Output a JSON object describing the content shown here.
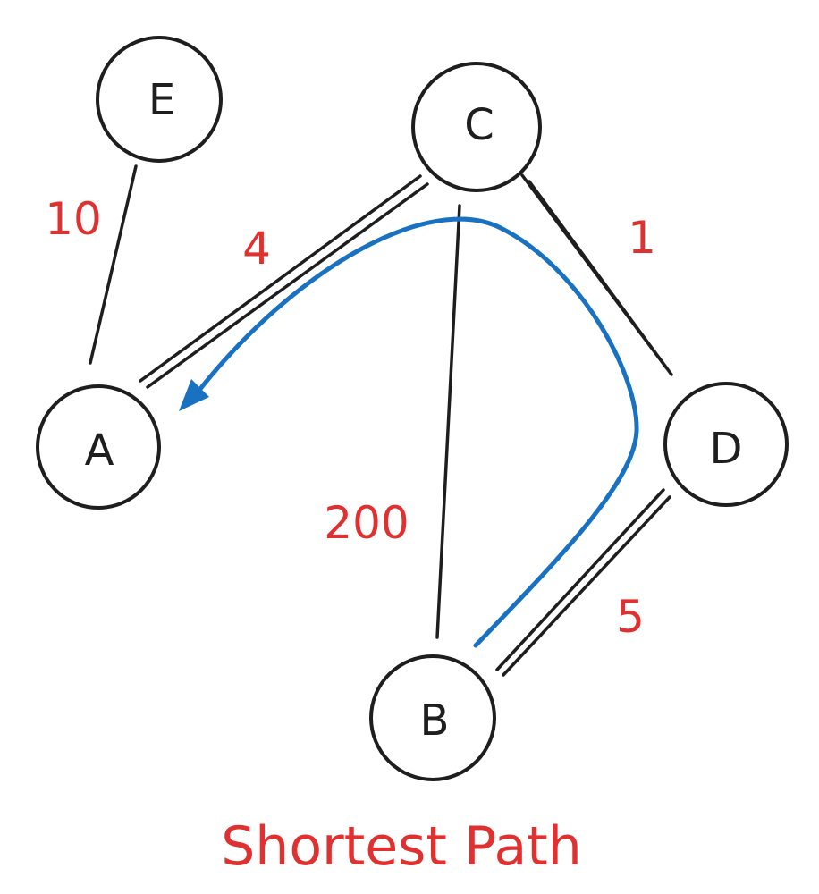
{
  "diagram": {
    "caption": "Shortest Path",
    "nodes": {
      "E": "E",
      "C": "C",
      "A": "A",
      "D": "D",
      "B": "B"
    },
    "edges": {
      "EA": "10",
      "CA": "4",
      "CD": "1",
      "CB": "200",
      "DB": "5"
    },
    "highlighted_path": [
      "B",
      "D",
      "C",
      "A"
    ],
    "colors": {
      "node_stroke": "#1e1e1e",
      "weight_text": "#e03131",
      "path": "#1971c2",
      "caption": "#e03131"
    }
  }
}
